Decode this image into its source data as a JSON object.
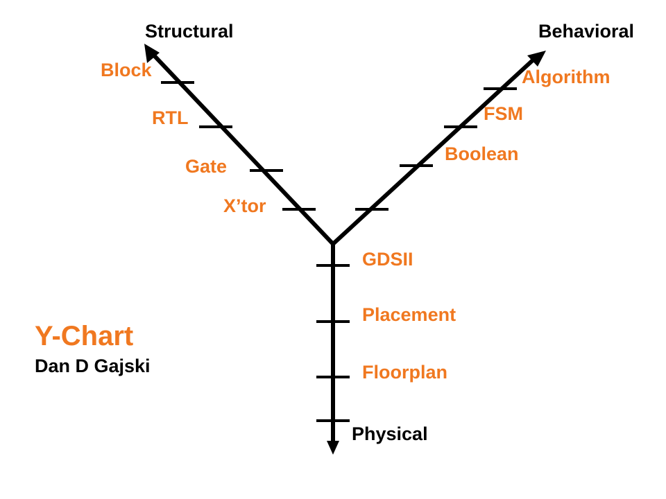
{
  "colors": {
    "axis": "#000000",
    "level": "#f07820"
  },
  "axes": {
    "structural": "Structural",
    "behavioral": "Behavioral",
    "physical": "Physical"
  },
  "structural_levels": [
    "Block",
    "RTL",
    "Gate",
    "X’tor"
  ],
  "behavioral_levels": [
    "Algorithm",
    "FSM",
    "Boolean"
  ],
  "physical_levels": [
    "GDSII",
    "Placement",
    "Floorplan"
  ],
  "title": "Y-Chart",
  "author": "Dan D Gajski"
}
